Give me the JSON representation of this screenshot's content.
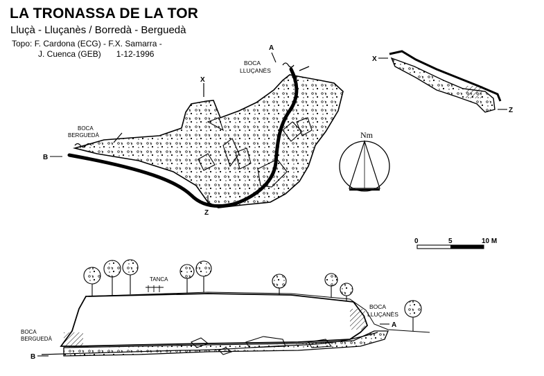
{
  "header": {
    "title": "LA TRONASSA DE LA TOR",
    "subtitle": "Lluçà - Lluçanès / Borredà - Berguedà",
    "credits_line1": "Topo: F. Cardona (ECG) - F.X. Samarra -",
    "credits_line2": "J. Cuenca (GEB)",
    "date": "1-12-1996"
  },
  "plan_view": {
    "label_a": "A",
    "label_b": "B",
    "label_x": "X",
    "label_z": "Z",
    "entrance_llucanes_line1": "BOCA",
    "entrance_llucanes_line2": "LLUÇANÈS",
    "entrance_bergueda_line1": "BOCA",
    "entrance_bergueda_line2": "BERGUEDÀ"
  },
  "cross_section": {
    "label_x": "X",
    "label_z": "Z"
  },
  "north": {
    "label": "Nm"
  },
  "scale_bar": {
    "tick_0": "0",
    "tick_5": "5",
    "tick_10": "10 M"
  },
  "profile_view": {
    "label_a": "A",
    "label_b": "B",
    "tanca_label": "TANCA",
    "entrance_llucanes_line1": "BOCA",
    "entrance_llucanes_line2": "LLUÇANÈS",
    "entrance_bergueda_line1": "BOCA",
    "entrance_bergueda_line2": "BERGUEDÀ"
  }
}
